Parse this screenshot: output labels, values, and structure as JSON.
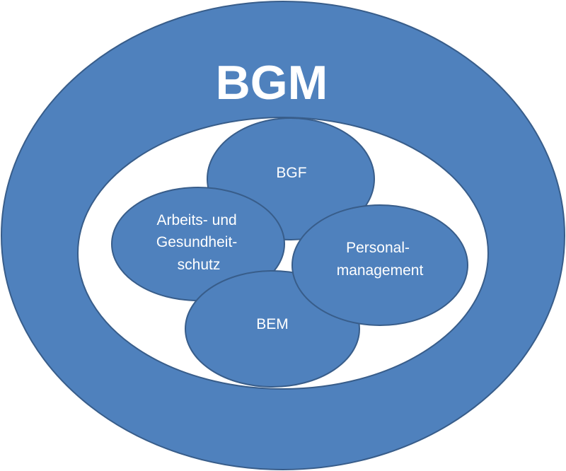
{
  "diagram": {
    "title": "BGM",
    "nodes": {
      "bgf": {
        "lines": [
          "BGF"
        ]
      },
      "arbeitsschutz": {
        "lines": [
          "Arbeits- und",
          "Gesundheit-",
          "schutz"
        ]
      },
      "personal": {
        "lines": [
          "Personal-",
          "management"
        ]
      },
      "bem": {
        "lines": [
          "BEM"
        ]
      }
    }
  },
  "colors": {
    "fill": "#4f81bd",
    "stroke": "#385d8a",
    "inner_background": "#ffffff",
    "text": "#ffffff"
  }
}
